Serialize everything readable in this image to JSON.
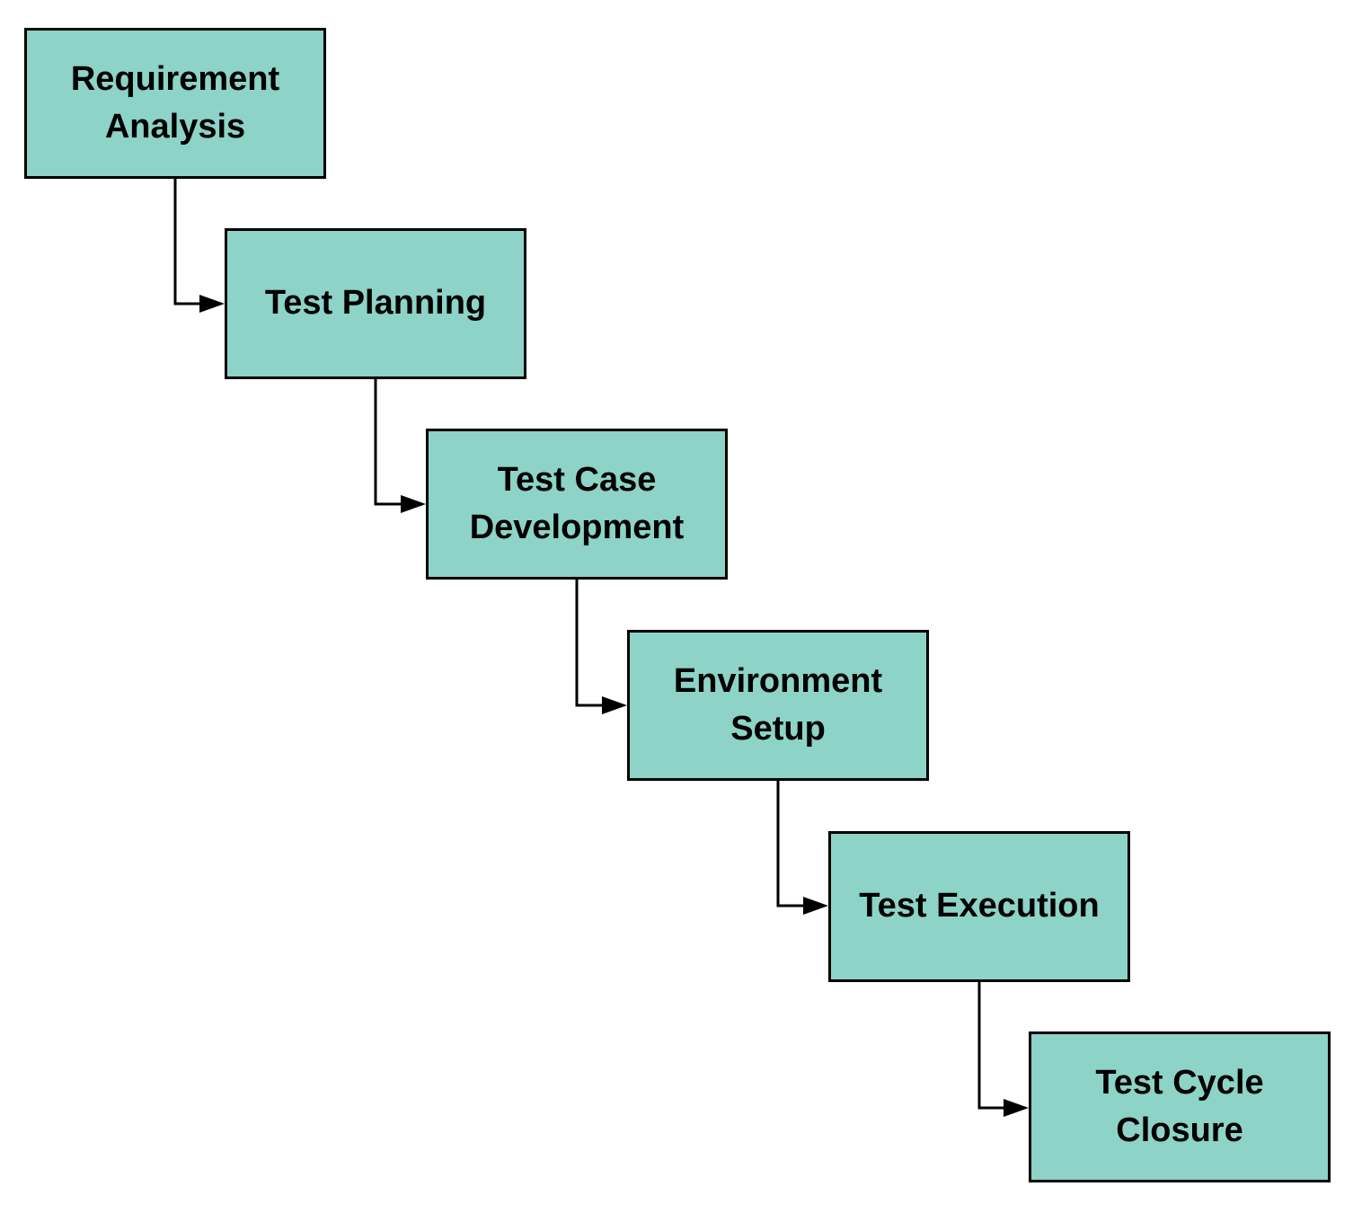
{
  "diagram": {
    "type": "flowchart",
    "nodes": [
      {
        "id": "requirement-analysis",
        "label": "Requirement\nAnalysis"
      },
      {
        "id": "test-planning",
        "label": "Test Planning"
      },
      {
        "id": "test-case-development",
        "label": "Test Case\nDevelopment"
      },
      {
        "id": "environment-setup",
        "label": "Environment\nSetup"
      },
      {
        "id": "test-execution",
        "label": "Test Execution"
      },
      {
        "id": "test-cycle-closure",
        "label": "Test Cycle\nClosure"
      }
    ],
    "edges": [
      {
        "from": "requirement-analysis",
        "to": "test-planning"
      },
      {
        "from": "test-planning",
        "to": "test-case-development"
      },
      {
        "from": "test-case-development",
        "to": "environment-setup"
      },
      {
        "from": "environment-setup",
        "to": "test-execution"
      },
      {
        "from": "test-execution",
        "to": "test-cycle-closure"
      }
    ],
    "colors": {
      "node_fill": "#8dd3c7",
      "node_border": "#000000",
      "text": "#000000",
      "connector": "#000000",
      "background": "#ffffff"
    }
  }
}
